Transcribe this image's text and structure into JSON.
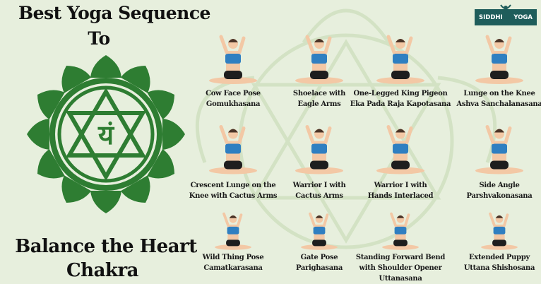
{
  "title": {
    "line1": "Best Yoga Sequence",
    "line2": "To",
    "line3": "Balance the Heart",
    "line4": "Chakra"
  },
  "emblem": {
    "glyph": "यं",
    "color": "#2e7d32"
  },
  "logo": {
    "left": "SIDDHI",
    "right": "YOGA",
    "color": "#1f5d5b"
  },
  "colors": {
    "background": "#e7efdd",
    "top": "#2f7fc1",
    "shorts": "#1e1e1e",
    "skin": "#f3c8a5"
  },
  "poses": [
    {
      "name": "Cow Face Pose",
      "sanskrit": "Gomukhasana"
    },
    {
      "name": "Shoelace with",
      "sanskrit": "Eagle Arms"
    },
    {
      "name": "One-Legged King Pigeon",
      "sanskrit": "Eka Pada Raja Kapotasana"
    },
    {
      "name": "Lunge on the Knee",
      "sanskrit": "Ashva Sanchalanasana"
    },
    {
      "name": "Crescent Lunge on the",
      "sanskrit": "Knee with Cactus Arms"
    },
    {
      "name": "Warrior I with",
      "sanskrit": "Cactus Arms"
    },
    {
      "name": "Warrior I with",
      "sanskrit": "Hands Interlaced"
    },
    {
      "name": "Side Angle",
      "sanskrit": "Parshvakonasana"
    },
    {
      "name": "Wild Thing Pose",
      "sanskrit": "Camatkarasana"
    },
    {
      "name": "Gate Pose",
      "sanskrit": "Parighasana"
    },
    {
      "name": "Standing Forward Bend",
      "sanskrit": "with Shoulder Opener",
      "extra": "Uttanasana"
    },
    {
      "name": "Extended Puppy",
      "sanskrit": "Uttana Shishosana"
    }
  ]
}
